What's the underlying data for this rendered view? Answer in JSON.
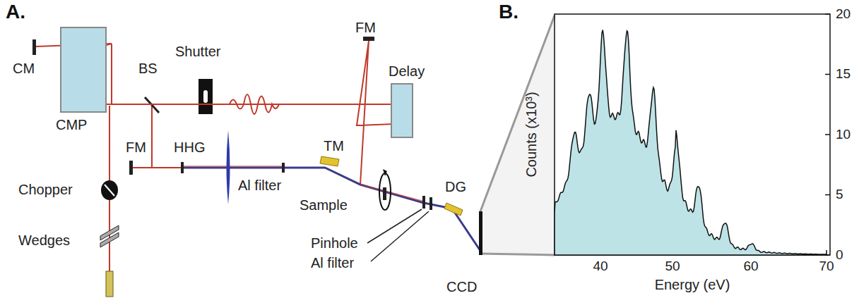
{
  "diagram": {
    "nodes": [
      {
        "text": [
          "CMP"
        ]
      },
      {
        "text": [
          "Delay"
        ]
      }
    ],
    "edges": [
      {
        "from": 0,
        "to": 1,
        "arrow": "none"
      }
    ],
    "labels": [
      "A.",
      "CM",
      "BS",
      "Shutter",
      "FM",
      "FM",
      "HHG",
      "TM",
      "Al filter",
      "Sample",
      "Pinhole",
      "Al filter",
      "DG",
      "Chopper",
      "Wedges",
      "CCD",
      "B.",
      "Counts (x10³)",
      "40",
      "50",
      "60",
      "70",
      "Energy (eV)",
      "0",
      "5",
      "10",
      "15",
      "20"
    ]
  }
}
